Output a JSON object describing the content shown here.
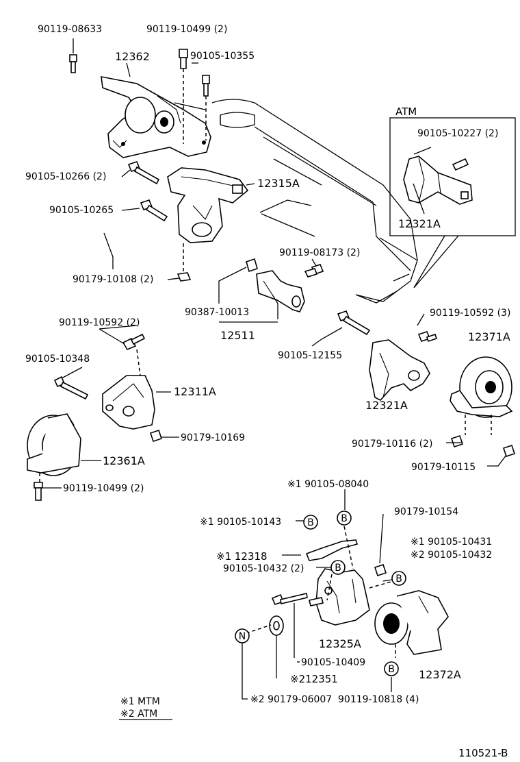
{
  "inset_title": "ATM",
  "footer_code": "110521-B",
  "legend": {
    "line1": "※1  MTM",
    "line2": "※2  ATM"
  },
  "labels": {
    "p90119_08633": "90119-08633",
    "p90119_10499_2_top": "90119-10499 (2)",
    "p12362": "12362",
    "p90105_10355": "90105-10355",
    "p90105_10227_2": "90105-10227 (2)",
    "p90105_10266_2": "90105-10266 (2)",
    "p12315A": "12315A",
    "p90105_10265": "90105-10265",
    "p12321A_atm": "12321A",
    "p90119_08173_2": "90119-08173 (2)",
    "p90179_10108_2": "90179-10108 (2)",
    "p90387_10013": "90387-10013",
    "p12511": "12511",
    "p90119_10592_3": "90119-10592 (3)",
    "p12371A": "12371A",
    "p90119_10592_2": "90119-10592 (2)",
    "p90105_12155": "90105-12155",
    "p90105_10348": "90105-10348",
    "p12311A": "12311A",
    "p12321A": "12321A",
    "p90179_10169": "90179-10169",
    "p12361A": "12361A",
    "p90179_10116_2": "90179-10116 (2)",
    "p90179_10115": "90179-10115",
    "p90119_10499_2_bot": "90119-10499 (2)",
    "p90105_08040": "※1 90105-08040",
    "p90179_10154": "90179-10154",
    "p90105_10143": "※1 90105-10143",
    "p90105_10431": "※1 90105-10431",
    "p90105_10432": "※2 90105-10432",
    "p12318": "※1  12318",
    "p90105_10432_2": "90105-10432 (2)",
    "p12325A": "12325A",
    "p90105_10409": "90105-10409",
    "p12372A": "12372A",
    "p212351": "※212351",
    "p90179_06007": "※2 90179-06007",
    "p90119_10818_4": "90119-10818 (4)"
  },
  "callouts": {
    "b1": "B",
    "b2": "B",
    "b3": "B",
    "b4": "B",
    "b5": "B",
    "n1": "N"
  }
}
